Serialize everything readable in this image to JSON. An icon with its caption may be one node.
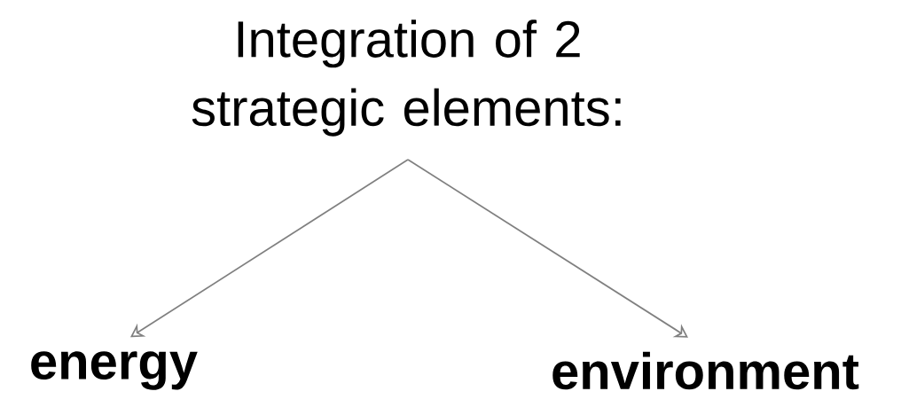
{
  "diagram": {
    "nodes": [
      {
        "text": [
          "Integration of 2 strategic elements:"
        ]
      },
      {
        "text": [
          "energy"
        ]
      },
      {
        "text": [
          "environment"
        ]
      }
    ],
    "edges": [
      {
        "from": 0,
        "to": 1,
        "arrow": "to"
      },
      {
        "from": 0,
        "to": 2,
        "arrow": "to"
      }
    ]
  }
}
